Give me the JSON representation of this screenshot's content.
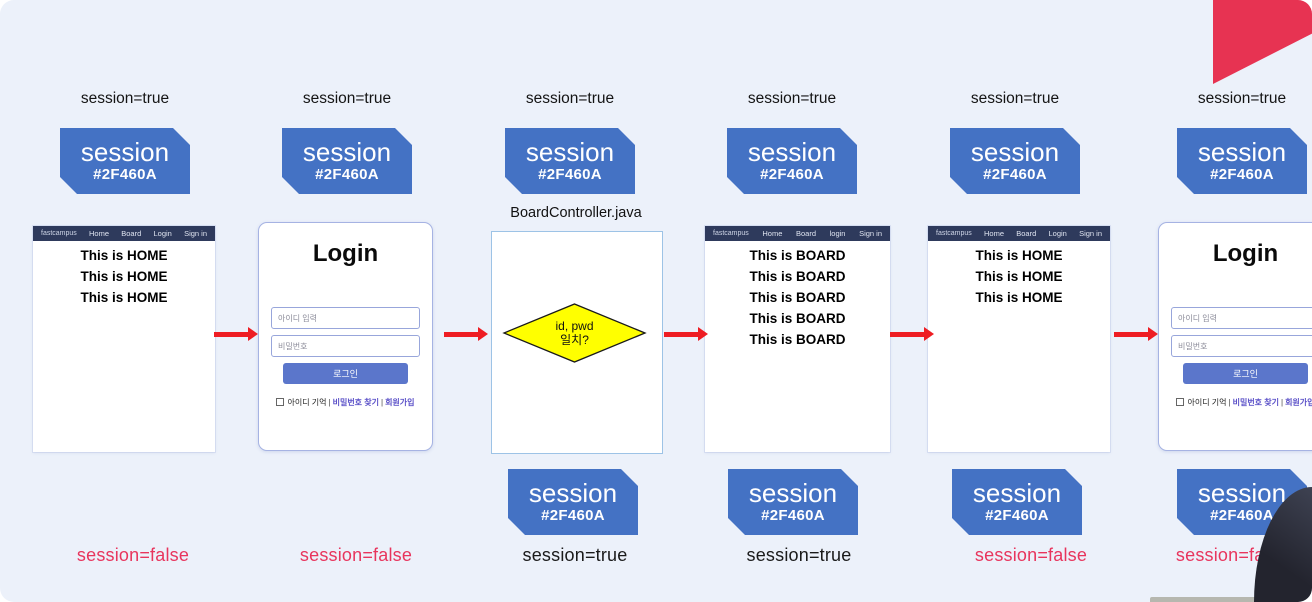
{
  "colors": {
    "slide_bg": "#ECF1FA",
    "tag_blue": "#4472C4",
    "navbar_navy": "#2E3A5C",
    "arrow_red": "#EE1D23",
    "state_false_red": "#E8355D",
    "accent_triangle": "#E73352",
    "login_button_blue": "#5B76CB",
    "diamond_yellow": "#FFFF00"
  },
  "session_tag": {
    "name": "session",
    "id": "#2F460A"
  },
  "browser": {
    "brand": "fastcampus",
    "nav": [
      "Home",
      "Board",
      "Login",
      "Sign in"
    ],
    "nav_board": [
      "Home",
      "Board",
      "login",
      "Sign in"
    ]
  },
  "pages": {
    "home_lines": [
      "This is HOME",
      "This is HOME",
      "This is HOME"
    ],
    "board_lines": [
      "This is BOARD",
      "This is BOARD",
      "This is BOARD",
      "This is BOARD",
      "This is BOARD"
    ]
  },
  "login": {
    "title": "Login",
    "id_placeholder": "아이디 입력",
    "pw_placeholder": "비밀번호",
    "submit_label": "로그인",
    "remember_label": "아이디 기억",
    "separator": "|",
    "find_password_label": "비밀번호 찾기",
    "signup_label": "회원가입"
  },
  "controller": {
    "filename": "BoardController.java",
    "diamond_line1": "id, pwd",
    "diamond_line2": "일치?"
  },
  "columns": [
    {
      "top_label": "session=true",
      "bottom_label": "session=false"
    },
    {
      "top_label": "session=true",
      "bottom_label": "session=false"
    },
    {
      "top_label": "session=true",
      "bottom_label": "session=true"
    },
    {
      "top_label": "session=true",
      "bottom_label": "session=true"
    },
    {
      "top_label": "session=true",
      "bottom_label": "session=false"
    },
    {
      "top_label": "session=true",
      "bottom_label": "session=false"
    }
  ]
}
